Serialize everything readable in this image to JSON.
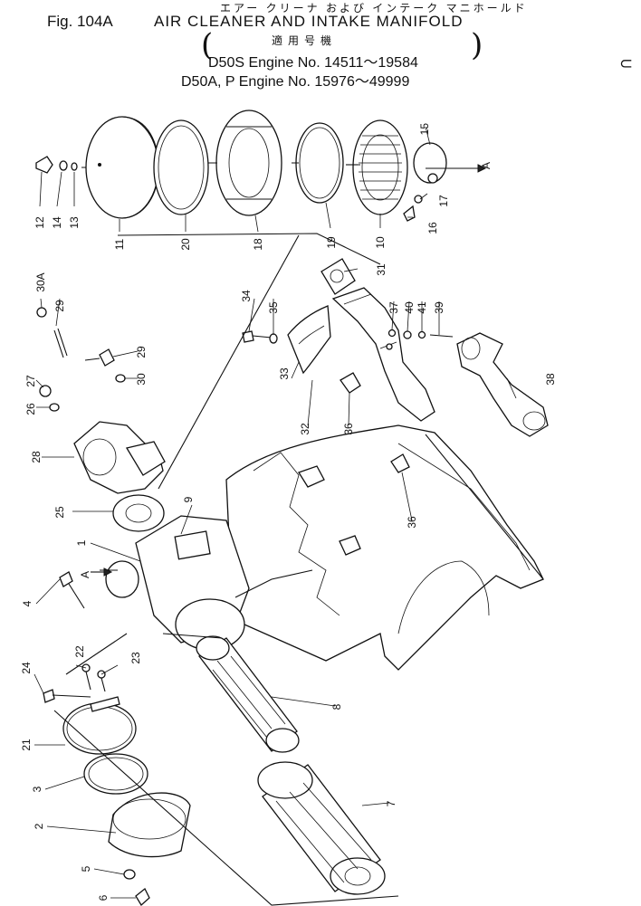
{
  "header": {
    "japanese_title": "エアー クリーナ および インテーク マニホールド",
    "figure_number": "Fig. 104A",
    "title": "AIR CLEANER AND INTAKE MANIFOLD",
    "applicability_heading": "適用号機",
    "applicability": [
      "D50S Engine No. 14511～19584",
      "D50A, P Engine No. 15976～49999"
    ]
  },
  "side_mark": "⊂",
  "callouts": [
    {
      "id": "c15",
      "label": "15"
    },
    {
      "id": "cA1",
      "label": "A"
    },
    {
      "id": "c12",
      "label": "12"
    },
    {
      "id": "c14",
      "label": "14"
    },
    {
      "id": "c13",
      "label": "13"
    },
    {
      "id": "c11",
      "label": "11"
    },
    {
      "id": "c20",
      "label": "20"
    },
    {
      "id": "c18",
      "label": "18"
    },
    {
      "id": "c19",
      "label": "19"
    },
    {
      "id": "c10",
      "label": "10"
    },
    {
      "id": "c17",
      "label": "17"
    },
    {
      "id": "c16",
      "label": "16"
    },
    {
      "id": "c31",
      "label": "31"
    },
    {
      "id": "c30A",
      "label": "30A"
    },
    {
      "id": "c29a",
      "label": "29"
    },
    {
      "id": "c34",
      "label": "34"
    },
    {
      "id": "c35",
      "label": "35"
    },
    {
      "id": "c37",
      "label": "37"
    },
    {
      "id": "c40",
      "label": "40"
    },
    {
      "id": "c41",
      "label": "41"
    },
    {
      "id": "c39",
      "label": "39"
    },
    {
      "id": "c29b",
      "label": "29"
    },
    {
      "id": "c30",
      "label": "30"
    },
    {
      "id": "c33",
      "label": "33"
    },
    {
      "id": "c38",
      "label": "38"
    },
    {
      "id": "c27",
      "label": "27"
    },
    {
      "id": "c26",
      "label": "26"
    },
    {
      "id": "c32",
      "label": "32"
    },
    {
      "id": "c36a",
      "label": "36"
    },
    {
      "id": "c28",
      "label": "28"
    },
    {
      "id": "c9",
      "label": "9"
    },
    {
      "id": "c25",
      "label": "25"
    },
    {
      "id": "c36b",
      "label": "36"
    },
    {
      "id": "c1",
      "label": "1"
    },
    {
      "id": "cA2",
      "label": "A"
    },
    {
      "id": "c4",
      "label": "4"
    },
    {
      "id": "c22",
      "label": "22"
    },
    {
      "id": "c23",
      "label": "23"
    },
    {
      "id": "c24",
      "label": "24"
    },
    {
      "id": "c8",
      "label": "8"
    },
    {
      "id": "c21",
      "label": "21"
    },
    {
      "id": "c3",
      "label": "3"
    },
    {
      "id": "c7",
      "label": "7"
    },
    {
      "id": "c2",
      "label": "2"
    },
    {
      "id": "c5",
      "label": "5"
    },
    {
      "id": "c6",
      "label": "6"
    }
  ]
}
